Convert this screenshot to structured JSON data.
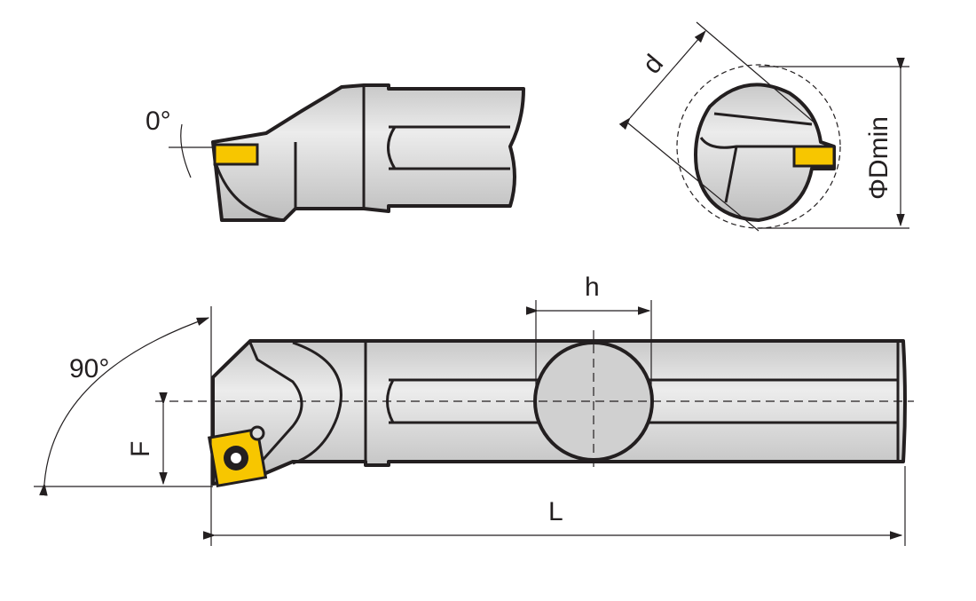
{
  "labels": {
    "angle_top": "0°",
    "diameter_d": "d",
    "dmin": "ΦDmin",
    "h": "h",
    "angle_main": "90°",
    "f": "F",
    "l": "L"
  },
  "colors": {
    "insert": "#f7c600",
    "body": "#d9d9d9",
    "line": "#231f20"
  }
}
